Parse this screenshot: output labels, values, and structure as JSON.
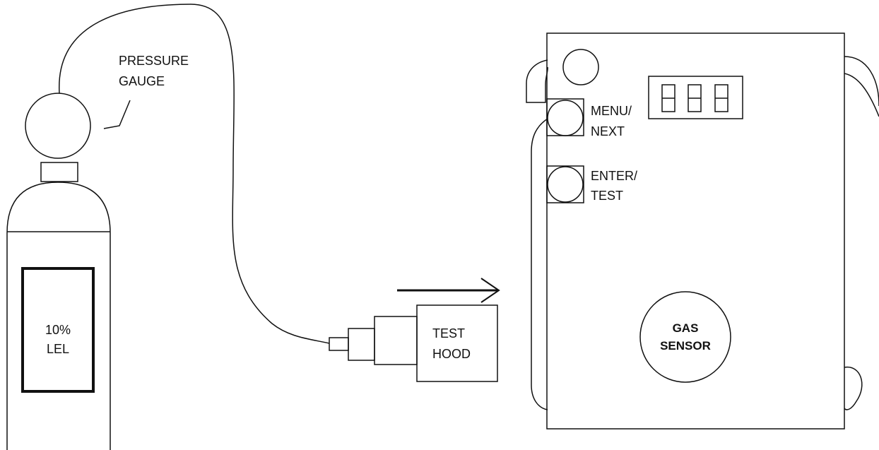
{
  "cylinder": {
    "gauge_label_line1": "PRESSURE",
    "gauge_label_line2": "GAUGE",
    "content_line1": "10%",
    "content_line2": "LEL"
  },
  "hood": {
    "label_line1": "TEST",
    "label_line2": "HOOD"
  },
  "detector": {
    "display_digits": [
      "–",
      "–",
      "–"
    ],
    "menu_label_line1": "MENU/",
    "menu_label_line2": "NEXT",
    "enter_label_line1": "ENTER/",
    "enter_label_line2": "TEST",
    "sensor_label_line1": "GAS",
    "sensor_label_line2": "SENSOR"
  }
}
